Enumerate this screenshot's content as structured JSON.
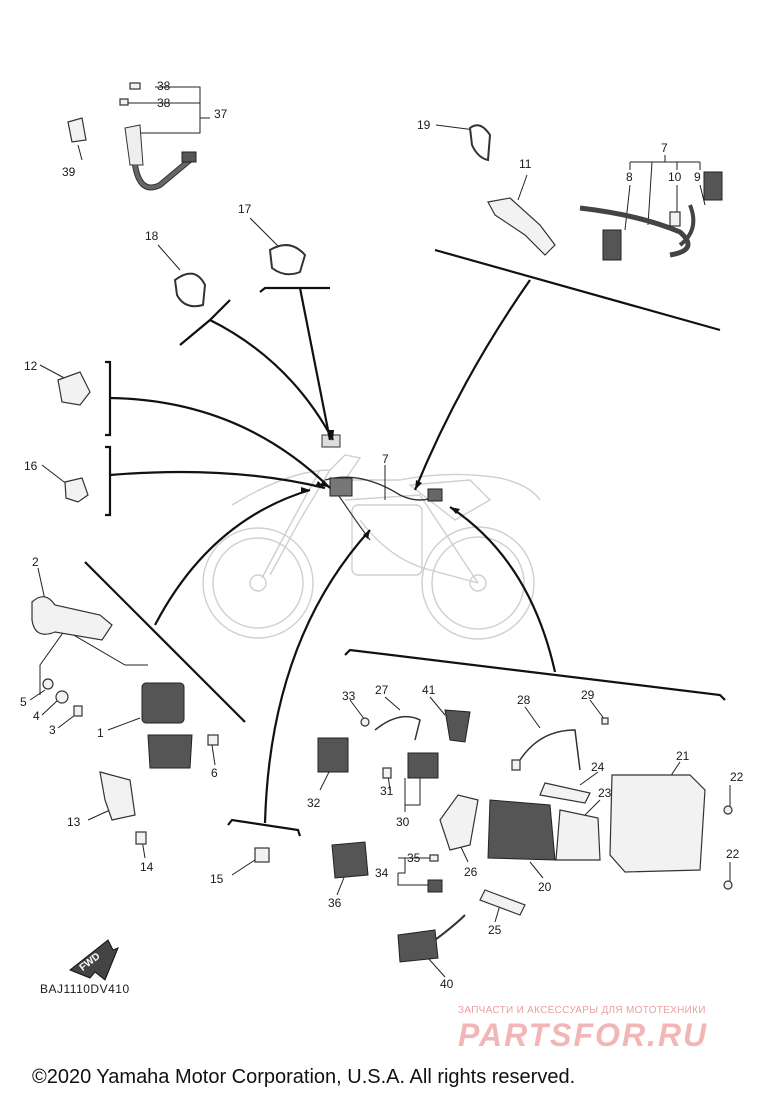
{
  "diagram_code": "BAJ1110DV410",
  "fwd_label": "FWD",
  "watermark": {
    "tagline": "ЗАПЧАСТИ И АКСЕССУАРЫ ДЛЯ МОТОТЕХНИКИ",
    "logo": "PARTSFOR.RU"
  },
  "copyright": "©2020 Yamaha Motor Corporation, U.S.A. All rights reserved.",
  "callouts": [
    {
      "id": "c1",
      "label": "1"
    },
    {
      "id": "c2",
      "label": "2"
    },
    {
      "id": "c3",
      "label": "3"
    },
    {
      "id": "c4",
      "label": "4"
    },
    {
      "id": "c5",
      "label": "5"
    },
    {
      "id": "c6",
      "label": "6"
    },
    {
      "id": "c7a",
      "label": "7"
    },
    {
      "id": "c7b",
      "label": "7"
    },
    {
      "id": "c8",
      "label": "8"
    },
    {
      "id": "c9",
      "label": "9"
    },
    {
      "id": "c10",
      "label": "10"
    },
    {
      "id": "c11",
      "label": "11"
    },
    {
      "id": "c12",
      "label": "12"
    },
    {
      "id": "c13",
      "label": "13"
    },
    {
      "id": "c14",
      "label": "14"
    },
    {
      "id": "c15",
      "label": "15"
    },
    {
      "id": "c16",
      "label": "16"
    },
    {
      "id": "c17",
      "label": "17"
    },
    {
      "id": "c18",
      "label": "18"
    },
    {
      "id": "c19",
      "label": "19"
    },
    {
      "id": "c20",
      "label": "20"
    },
    {
      "id": "c21",
      "label": "21"
    },
    {
      "id": "c22a",
      "label": "22"
    },
    {
      "id": "c22b",
      "label": "22"
    },
    {
      "id": "c23",
      "label": "23"
    },
    {
      "id": "c24",
      "label": "24"
    },
    {
      "id": "c25",
      "label": "25"
    },
    {
      "id": "c26",
      "label": "26"
    },
    {
      "id": "c27",
      "label": "27"
    },
    {
      "id": "c28",
      "label": "28"
    },
    {
      "id": "c29",
      "label": "29"
    },
    {
      "id": "c30",
      "label": "30"
    },
    {
      "id": "c31",
      "label": "31"
    },
    {
      "id": "c32",
      "label": "32"
    },
    {
      "id": "c33",
      "label": "33"
    },
    {
      "id": "c34",
      "label": "34"
    },
    {
      "id": "c35",
      "label": "35"
    },
    {
      "id": "c36",
      "label": "36"
    },
    {
      "id": "c37",
      "label": "37"
    },
    {
      "id": "c38a",
      "label": "38"
    },
    {
      "id": "c38b",
      "label": "38"
    },
    {
      "id": "c39",
      "label": "39"
    },
    {
      "id": "c40",
      "label": "40"
    },
    {
      "id": "c41",
      "label": "41"
    }
  ]
}
